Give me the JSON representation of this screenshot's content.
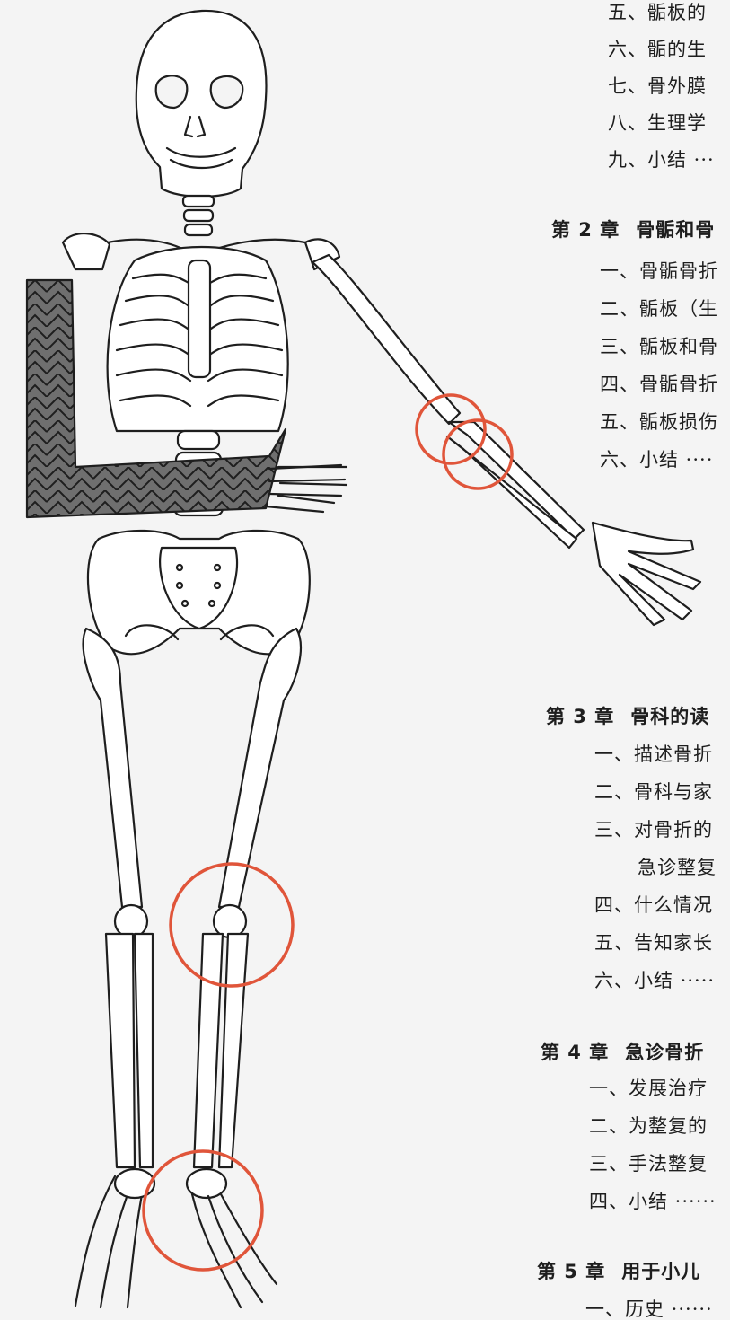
{
  "toc": {
    "ch1_items": [
      {
        "text": "五、骺板的"
      },
      {
        "text": "六、骺的生"
      },
      {
        "text": "七、骨外膜"
      },
      {
        "text": "八、生理学"
      },
      {
        "text": "九、小结 ···"
      }
    ],
    "ch2": {
      "num": "第 2 章",
      "title": "骨骺和骨",
      "items": [
        {
          "text": "一、骨骺骨折"
        },
        {
          "text": "二、骺板（生"
        },
        {
          "text": "三、骺板和骨"
        },
        {
          "text": "四、骨骺骨折"
        },
        {
          "text": "五、骺板损伤"
        },
        {
          "text": "六、小结 ····"
        }
      ]
    },
    "ch3": {
      "num": "第 3 章",
      "title": "骨科的读",
      "items": [
        {
          "text": "一、描述骨折"
        },
        {
          "text": "二、骨科与家"
        },
        {
          "text": "三、对骨折的"
        },
        {
          "text": "急诊整复"
        },
        {
          "text": "四、什么情况"
        },
        {
          "text": "五、告知家长"
        },
        {
          "text": "六、小结 ·····"
        }
      ]
    },
    "ch4": {
      "num": "第 4 章",
      "title": "急诊骨折",
      "items": [
        {
          "text": "一、发展治疗"
        },
        {
          "text": "二、为整复的"
        },
        {
          "text": "三、手法整复"
        },
        {
          "text": "四、小结 ······"
        }
      ]
    },
    "ch5": {
      "num": "第 5 章",
      "title": "用于小儿",
      "items": [
        {
          "text": "一、历史 ······"
        }
      ]
    }
  },
  "colors": {
    "line": "#1e1e1e",
    "highlight_circle": "#e0553a",
    "cast_fill": "#6f6f6f",
    "bone_fill": "#ffffff"
  }
}
